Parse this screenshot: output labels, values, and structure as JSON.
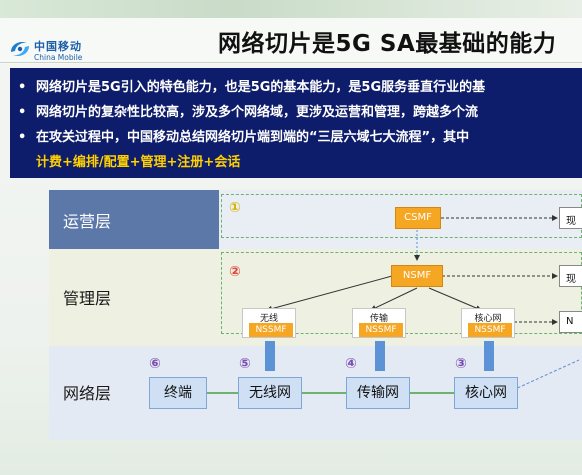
{
  "header": {
    "brand_cn": "中国移动",
    "brand_en": "China Mobile",
    "title": "网络切片是5G SA最基础的能力"
  },
  "bullets": {
    "items": [
      "网络切片是5G引入的特色能力，也是5G的基本能力，是5G服务垂直行业的基",
      "网络切片的复杂性比较高，涉及多个网络域，更涉及运营和管理，跨越多个流",
      "在攻关过程中，中国移动总结网络切片端到端的“三层六域七大流程”，其中"
    ],
    "yellow_line": "计费+编排/配置+管理+注册+会话"
  },
  "diagram": {
    "layers": {
      "ops": "运营层",
      "mgmt": "管理层",
      "net": "网络层"
    },
    "circled": {
      "n1": "①",
      "n2": "②",
      "n3": "③",
      "n4": "④",
      "n5": "⑤",
      "n6": "⑥"
    },
    "csmf": "CSMF",
    "nsmf": "NSMF",
    "nssmf": [
      {
        "top": "无线",
        "bottom": "NSSMF"
      },
      {
        "top": "传输",
        "bottom": "NSSMF"
      },
      {
        "top": "核心网",
        "bottom": "NSSMF"
      }
    ],
    "right_boxes": [
      "现",
      "现",
      "N"
    ],
    "network_nodes": [
      "终端",
      "无线网",
      "传输网",
      "核心网"
    ]
  },
  "colors": {
    "navy": "#0e1d6b",
    "yellow_text": "#ffd000",
    "ops_band": "#5b78a9",
    "orange": "#f5a623",
    "node_blue": "#cfe0f4"
  }
}
